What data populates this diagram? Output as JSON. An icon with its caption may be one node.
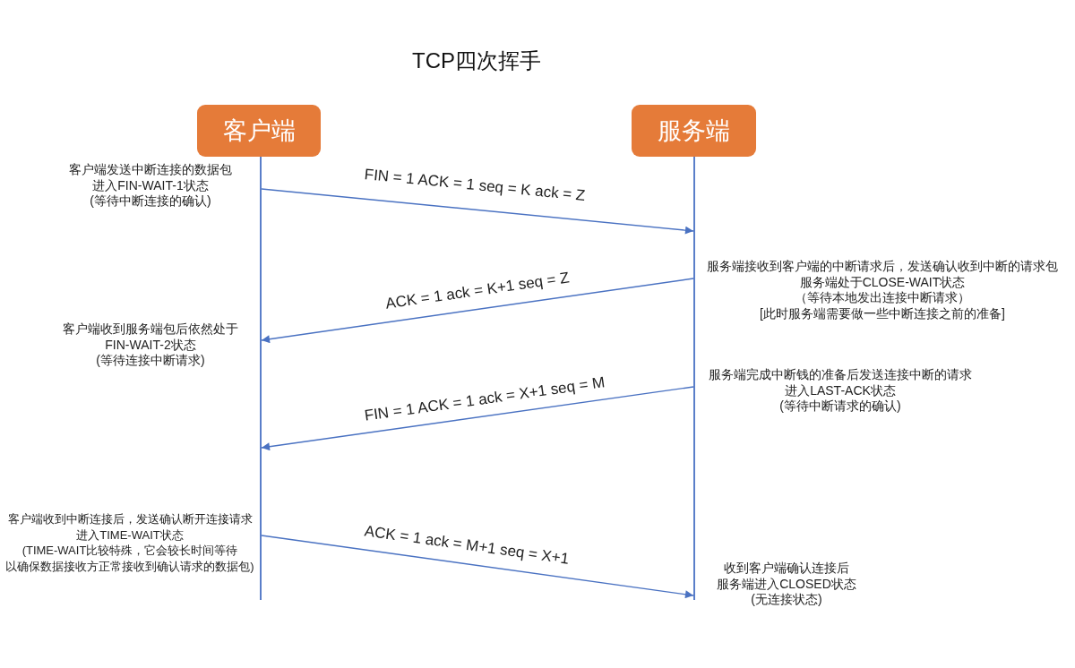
{
  "diagram": {
    "title": "TCP四次挥手",
    "nodes": [
      {
        "text": [
          "客户端"
        ],
        "beside": [
          "客户端发送中断连接的数据包进入FIN-WAIT-1状态(等待中断连接的确认)"
        ]
      },
      {
        "text": [
          "服务端"
        ]
      },
      {
        "text": [],
        "shape": "line",
        "beside": [
          "客户端收到服务端包后依然处于FIN-WAIT-2状态(等待连接中断请求)",
          "客户端收到中断连接后，发送确认断开连接请求进入TIME-WAIT状态(TIME-WAIT比较特殊，它会较长时间等待以确保数据接收方正常接收到确认请求的数据包)"
        ]
      },
      {
        "text": [],
        "shape": "line",
        "beside": [
          "服务端接收到客户端的中断请求后，发送确认收到中断的请求包服务端处于CLOSE-WAIT状态（等待本地发出连接中断请求）[此时服务端需要做一些中断连接之前的准备]",
          "服务端完成中断钱的准备后发送连接中断的请求进入LAST-ACK状态(等待中断请求的确认)",
          "收到客户端确认连接后服务端进入CLOSED状态(无连接状态)"
        ]
      }
    ],
    "edges": [
      {
        "from": 2,
        "to": 3,
        "arrow": "to",
        "label": "FIN = 1 ACK = 1 seq = K ack = Z"
      },
      {
        "from": 3,
        "to": 2,
        "arrow": "to",
        "label": "ACK = 1 ack = K+1 seq = Z"
      },
      {
        "from": 3,
        "to": 2,
        "arrow": "to",
        "label": "FIN = 1 ACK = 1 ack = X+1 seq = M"
      },
      {
        "from": 2,
        "to": 3,
        "arrow": "to",
        "label": "ACK = 1 ack = M+1 seq = X+1"
      }
    ]
  }
}
